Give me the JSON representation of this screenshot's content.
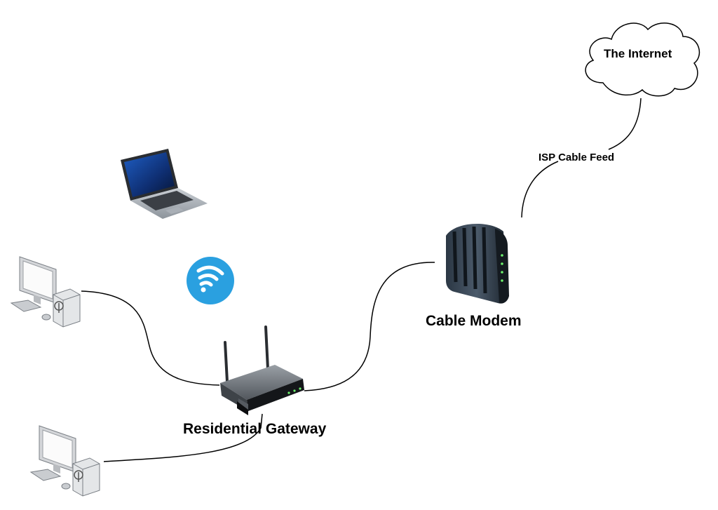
{
  "internet": {
    "label": "The Internet"
  },
  "isp_feed": {
    "label": "ISP Cable Feed"
  },
  "modem": {
    "label": "Cable Modem"
  },
  "gateway": {
    "label": "Residential Gateway"
  },
  "icons": {
    "cloud": "cloud-icon",
    "modem": "cable-modem-icon",
    "router": "wireless-router-icon",
    "laptop": "laptop-icon",
    "desktop": "desktop-computer-icon",
    "wifi": "wifi-icon"
  },
  "colors": {
    "wifi_badge": "#2aa0e0",
    "cable": "#000000"
  }
}
